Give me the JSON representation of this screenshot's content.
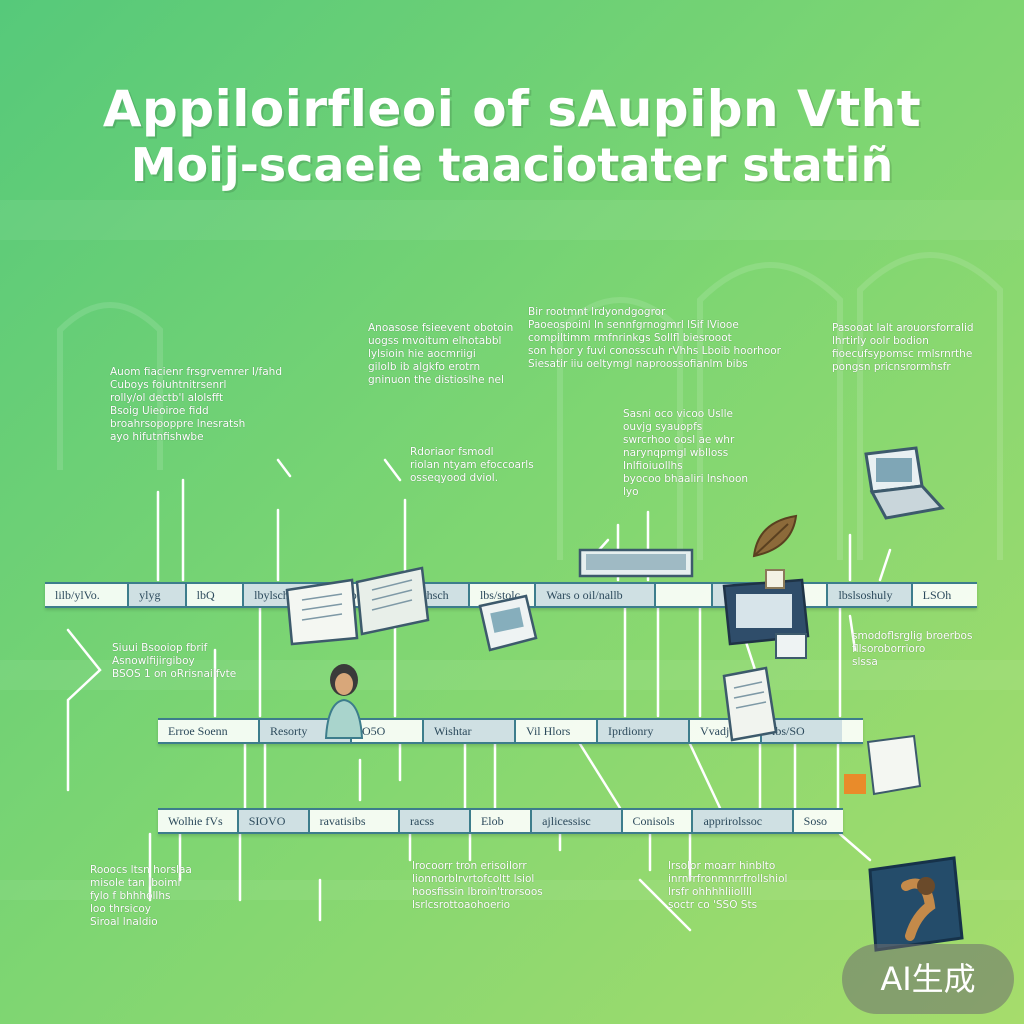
{
  "title": {
    "line1": "Appiloirfleoi of sAupiþn Vtht",
    "line2": "Moij-scaeie taaciotater statiñ"
  },
  "timeline_rows": [
    {
      "id": "row-top",
      "cells": [
        "lilb/ylVo.",
        "ylyg",
        "lbQ",
        "lbylsch",
        "ilbQo",
        "lbllyhsch",
        "lbs/stolc",
        "Wars o oil/nallb",
        "",
        "",
        "",
        "lbslsoshuly",
        "LSOh"
      ]
    },
    {
      "id": "row-middle",
      "cells": [
        "Erroe Soenn",
        "Resorty",
        "O5O",
        "Wishtar",
        "Vil Hlors",
        "Iprdionry",
        "Vvadj",
        "lbs/SO"
      ]
    },
    {
      "id": "row-bottom",
      "cells": [
        "Wolhie fVs",
        "SIOVO",
        "ravatisibs",
        "racss",
        "Elob",
        "ajlicessisc",
        "Conisols",
        "apprirolssoc",
        "Soso"
      ]
    }
  ],
  "annotations": [
    "Auom fiacienr frsgrvemrer I/fahd\nCuboys foluhtnitrsenrl\nrolly/ol dectb'l alolsfft\nBsoig Uieoiroe fidd\nbroahrsopoppre lnesratsh\nayo hifutnfishwbe",
    "Anoasose fsieevent obotoin\nuogss mvoitum elhotabbl\nlylsioin hie aocmriigi\ngilolb ib algkfo erotrn\ngninuon the distioslhe nel",
    "Bir rootmnt lrdyondgogror\nPaoeospoinl ln sennfgrnogmrl lSif lViooe\ncompiltimm rmfnrinkgs Sollfl biesrooot\nson hoor y fuvi conosscuh rVhhs Lboib hoorhoor\nSiesatir iiu oeltymgl naproossofianlm bibs",
    "Pasooat lalt arouorsforralid\nlhrtirly oolr bodion\nfioecufsypomsc rmlsrnrthe\npongsn pricnsrormhsfr",
    "Rdoriaor fsmodl\nriolan ntyam efoccoarls\nosseqyood dviol.",
    "Sasni oco vicoo Uslle\nouvjg syauopfs\nswrcrhoo oosl ae whr\nnarynqpmgl wblloss\nInlfioiuollhs\nbyocoo bhaaliri lnshoon\nlyo",
    "Siuui Bsooiop fbrif\nAsnowlfijirgiboy\nBSOS 1 on oRrisnailfvte",
    "smodoflsrglig broerbos\nfllsoroborrioro\nslssa",
    "Rooocs ltsn horslaa\nmisole tan lboiml\nfylo f bhhhollhs\nloo thrsicoy\nSiroal lnaldio",
    "lrocoorr tron erisoilorr\nlionnorblrvrtofcoltt lsiol\nhoosfissin lbroin'trorsoos\nlsrlcsrottoaohoerio",
    "lrsolor moarr hinblto\ninrnrrfronmnrrfrollshiol\nlrsfr ohhhhliiollll\nsoctr co 'SSO Sts"
  ],
  "badge": "AI生成",
  "colors": {
    "bg_start": "#56c97a",
    "bg_end": "#a6dc6c",
    "bar_border": "#3d7d8c",
    "text": "#ffffff"
  }
}
